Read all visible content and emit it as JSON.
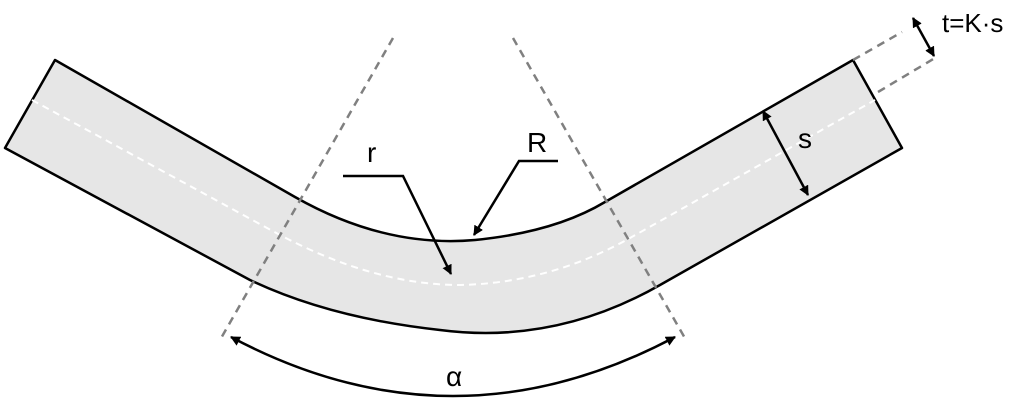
{
  "labels": {
    "inner_radius": "r",
    "outer_radius": "R",
    "thickness": "s",
    "neutral_offset": "t=K·s",
    "bend_angle": "α"
  },
  "colors": {
    "plate_fill": "#e6e6e6",
    "outline": "#000000",
    "neutral_line": "#ffffff",
    "construction_line": "#808080",
    "background": "#ffffff"
  }
}
